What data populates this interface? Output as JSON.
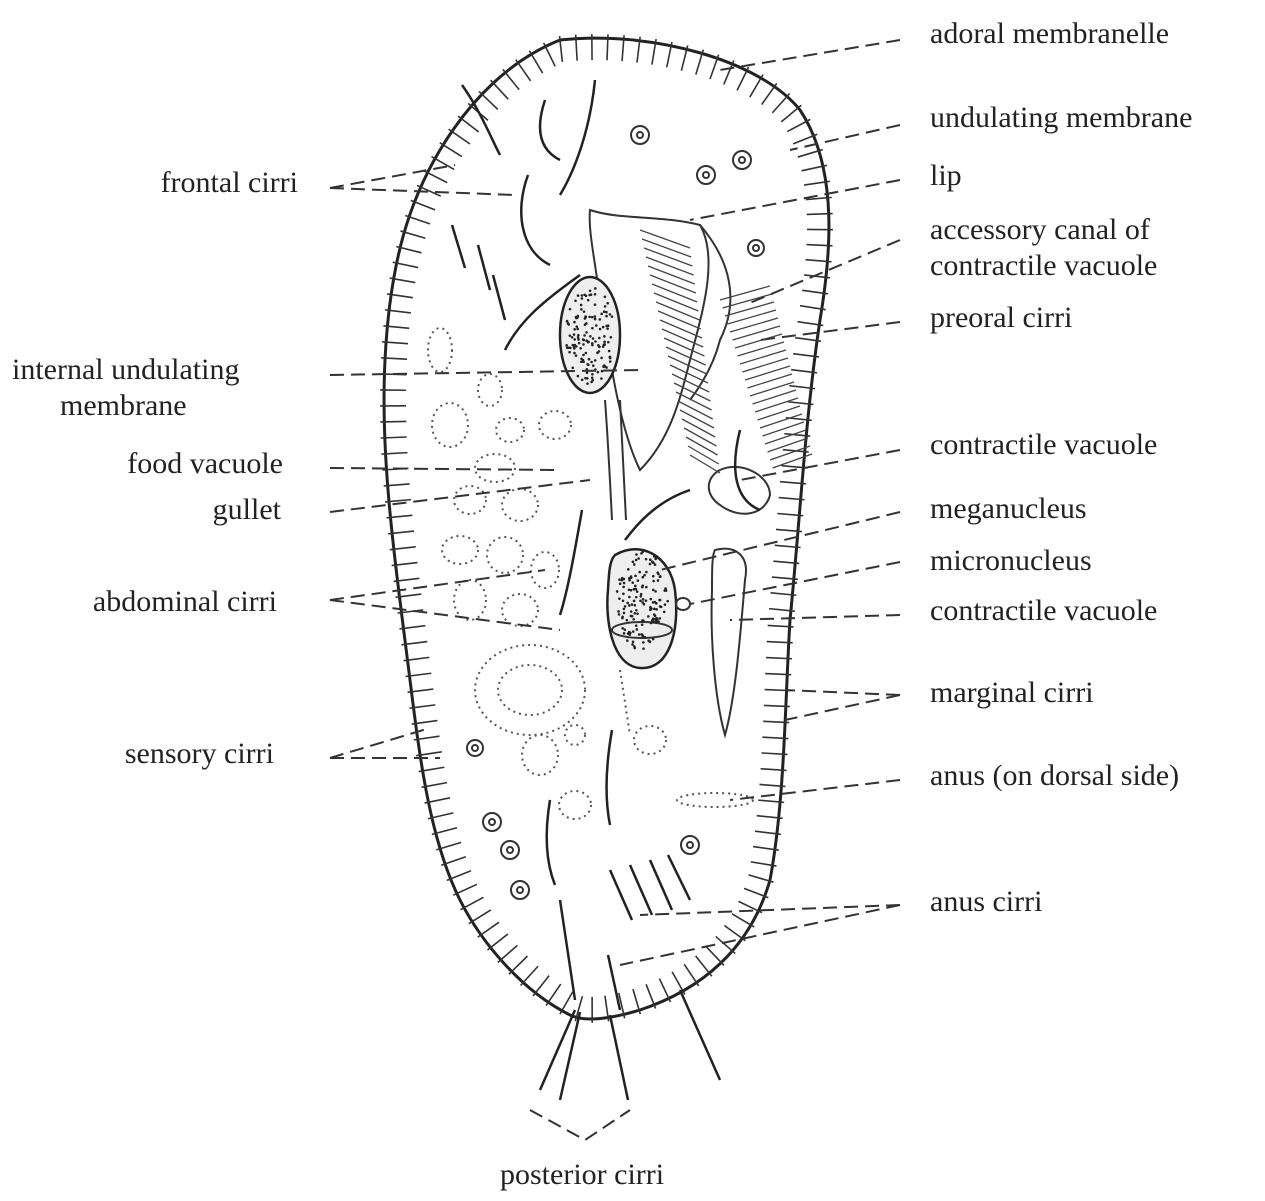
{
  "labels": {
    "adoral_membranelle": "adoral membranelle",
    "undulating_membrane": "undulating membrane",
    "lip": "lip",
    "accessory_canal_line1": "accessory canal of",
    "accessory_canal_line2": "contractile vacuole",
    "preoral_cirri": "preoral cirri",
    "contractile_vacuole_upper": "contractile vacuole",
    "meganucleus": "meganucleus",
    "micronucleus": "micronucleus",
    "contractile_vacuole_lower": "contractile vacuole",
    "marginal_cirri": "marginal cirri",
    "anus_dorsal": "anus (on dorsal side)",
    "anus_cirri": "anus cirri",
    "frontal_cirri": "frontal cirri",
    "internal_undulating_line1": "internal undulating",
    "internal_undulating_line2": "membrane",
    "food_vacuole": "food vacuole",
    "gullet": "gullet",
    "abdominal_cirri": "abdominal cirri",
    "sensory_cirri": "sensory cirri",
    "posterior_cirri": "posterior cirri"
  },
  "colors": {
    "ink": "#222222",
    "background": "#ffffff"
  }
}
